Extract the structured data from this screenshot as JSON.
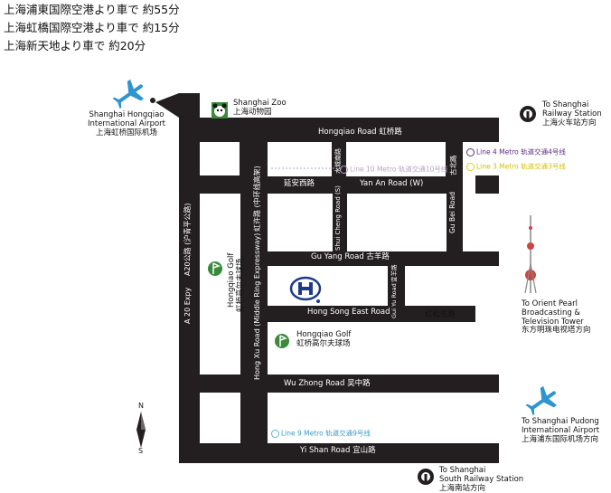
{
  "info_lines": [
    "上海浦東国際空港より車で 約55分",
    "上海虹橋国際空港より車で 約15分",
    "上海新天地より車で 約20分"
  ],
  "poi": {
    "hongqiao_airport": [
      "Shanghai Hongqiao",
      "International Airport",
      "上海虹桥国际机场"
    ],
    "zoo": [
      "Shanghai Zoo",
      "上海动物园"
    ],
    "railway_station": [
      "To Shanghai",
      "Railway Station",
      "上海火车站方向"
    ],
    "pearl_tower": [
      "To Orient Pearl",
      "Broadcasting &",
      "Television Tower",
      "东方明珠电视塔方向"
    ],
    "pudong_airport": [
      "To Shanghai Pudong",
      "International Airport",
      "上海浦东国际机场方向"
    ],
    "south_station": [
      "To Shanghai",
      "South Railway Station",
      "上海南站方向"
    ],
    "golf_main": [
      "Hongqiao Golf",
      "虹桥高尔夫球场"
    ],
    "golf_side": [
      "Hongqiao Golf",
      "虹桥高尔夫球场"
    ]
  },
  "roads": {
    "hongqiao": "Hongqiao Road  虹桥路",
    "yanan_cn": "延安西路",
    "yanan_en": "Yan An Road (W)",
    "guyang": "Gu Yang Road    古羊路",
    "hongsong": "Hong Song East Road",
    "hongsong_cn": "红松东路",
    "wuzhong": "Wu Zhong Road  吴中路",
    "yishan": "Yi Shan Road  宜山路",
    "a20": "A20公路 (沪青平公路)",
    "a20_expy": "A 20 Expy",
    "hongxu": "Hong Xu Road (Middle Ring Expressway)",
    "hongxu_cn": "虹许路 (中环线高架)",
    "shuicheng": "Shui Cheng Road (S)",
    "shuicheng_cn": "水城南路",
    "gubei": "Gu Bei Road",
    "gubei_cn": "古北路",
    "guyu": "Gui Yu Road",
    "guyu_cn": "宜羊路"
  },
  "metro": {
    "line10": "Line 10 Metro  轨道交通10号线",
    "line4": "Line 4 Metro  轨道交通4号线",
    "line3": "Line 3 Metro  轨道交通3号线",
    "line9": "Line 9 Metro  轨道交通9号线"
  },
  "compass": {
    "north": "N",
    "south": "S"
  },
  "colors": {
    "road": "#231f20",
    "line10": "#b9a2c5",
    "line4": "#5b2d86",
    "line3": "#e6d200",
    "line9": "#56b5d9",
    "airplane": "#2f95cf",
    "hotel": "#1e3a8a"
  }
}
